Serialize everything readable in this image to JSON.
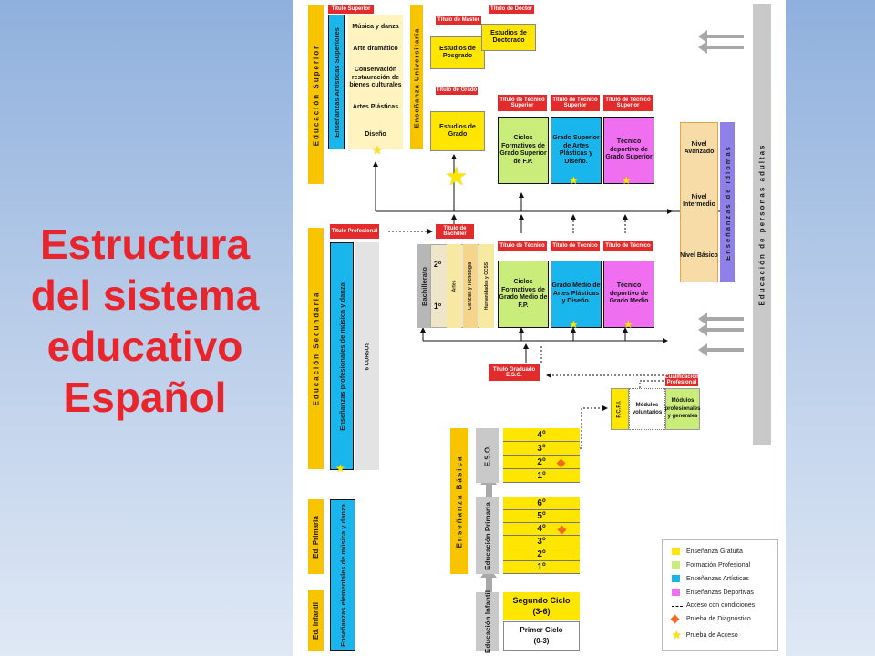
{
  "title": {
    "line1": "Estructura",
    "line2": "del sistema",
    "line3": "educativo",
    "line4": "Español"
  },
  "stages": {
    "superior": "Educación Superior",
    "secundaria": "Educación Secundaria",
    "primaria": "Ed. Primaria",
    "infantil": "Ed. Infantil",
    "basica": "Enseñanza Básica",
    "universitaria": "Enseñanza Universitaria",
    "idiomas": "Enseñanzas de Idiomas",
    "adultas": "Educación de personas adultas"
  },
  "artisticas_superiores": {
    "label": "Enseñanzas Artísticas Superiores",
    "titulo": "Título Superior",
    "items": [
      "Música y danza",
      "Arte dramático",
      "Conservación restauración de bienes culturales",
      "Artes Plásticas",
      "Diseño"
    ]
  },
  "universidad": {
    "titulo_master": "Título de Máster",
    "titulo_doctor": "Título de Doctor",
    "posgrado": "Estudios de Posgrado",
    "doctorado": "Estudios de Doctorado",
    "titulo_grado": "Título de Grado",
    "grado": "Estudios de Grado"
  },
  "superior_fp": [
    {
      "titulo": "Título de Técnico Superior",
      "label": "Ciclos Formativos de Grado Superior de F.P."
    },
    {
      "titulo": "Título de Técnico Superior",
      "label": "Grado Superior de Artes Plásticas y Diseño."
    },
    {
      "titulo": "Título de Técnico Superior",
      "label": "Técnico deportivo de Grado Superior"
    }
  ],
  "medio_fp": [
    {
      "titulo": "Título de Técnico",
      "label": "Ciclos Formativos de Grado Medio de F.P."
    },
    {
      "titulo": "Título de Técnico",
      "label": "Grado Medio de Artes Plásticas y Diseño."
    },
    {
      "titulo": "Título de Técnico",
      "label": "Técnico deportivo de Grado Medio"
    }
  ],
  "idiomas_niveles": [
    "Nivel Avanzado",
    "Nivel Intermedio",
    "Nivel Básico"
  ],
  "secundaria_artes": {
    "titulo": "Título Profesional",
    "label": "Enseñanzas profesionales de música y danza",
    "cursos": "6 CURSOS"
  },
  "bachiller": {
    "titulo": "Título de Bachiller",
    "label": "Bachillerato",
    "cursos": [
      "2º",
      "1º"
    ],
    "modalidades": [
      "Artes",
      "Ciencias y Tecnología",
      "Humanidades y CCSS"
    ]
  },
  "eso": {
    "titulo": "Título Graduado E.S.O.",
    "label": "E.S.O.",
    "cursos": [
      "4º",
      "3º",
      "2º",
      "1º"
    ]
  },
  "pcpi": {
    "titulo": "Cualificación Profesional",
    "label": "P.C.P.I.",
    "voluntarios": "Módulos voluntarios",
    "generales": "Módulos profesionales y generales"
  },
  "primaria": {
    "label": "Educación Primaria",
    "cursos": [
      "6º",
      "5º",
      "4º",
      "3º",
      "2º",
      "1º"
    ]
  },
  "elementales": "Enseñanzas elementales de música y danza",
  "infantil": {
    "label": "Educación Infantil",
    "segundo": "Segundo Ciclo",
    "segundo_edad": "(3-6)",
    "primero": "Primer Ciclo",
    "primero_edad": "(0-3)"
  },
  "legend": [
    {
      "label": "Enseñanza Gratuita",
      "color": "#ffe600",
      "icon": "square"
    },
    {
      "label": "Formación Profesional",
      "color": "#c9ec7a",
      "icon": "square"
    },
    {
      "label": "Enseñanzas Artísticas",
      "color": "#18b6ec",
      "icon": "square"
    },
    {
      "label": "Enseñanzas Deportivas",
      "color": "#f06ef0",
      "icon": "square"
    },
    {
      "label": "Acceso con condiciones",
      "color": "#000000",
      "icon": "dashed-arrow"
    },
    {
      "label": "Prueba de Diagnóstico",
      "color": "#f26a1b",
      "icon": "diamond"
    },
    {
      "label": "Prueba de Acceso",
      "color": "#ffe600",
      "icon": "star"
    }
  ]
}
